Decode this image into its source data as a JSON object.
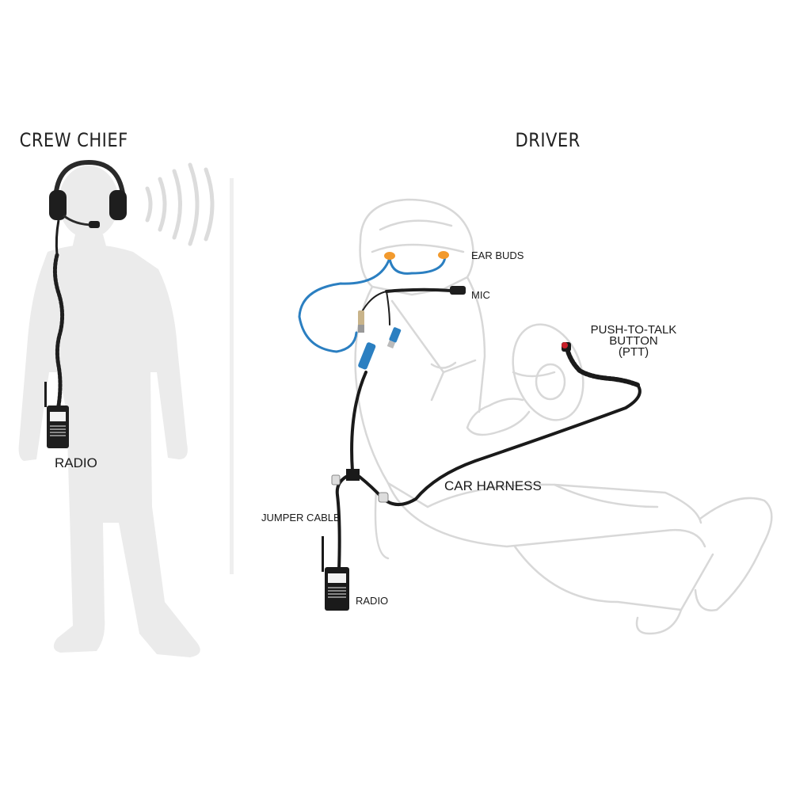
{
  "headings": {
    "crew_chief": "CREW CHIEF",
    "driver": "DRIVER"
  },
  "labels": {
    "crew_radio": "RADIO",
    "ear_buds": "EAR BUDS",
    "mic": "MIC",
    "ptt_line1": "PUSH-TO-TALK",
    "ptt_line2": "BUTTON",
    "ptt_line3": "(PTT)",
    "car_harness": "CAR HARNESS",
    "jumper_cable": "JUMPER CABLE",
    "driver_radio": "RADIO"
  },
  "colors": {
    "silhouette": "#ebebeb",
    "driver_outline": "#d8d8d8",
    "cable_black": "#1a1a1a",
    "cable_blue": "#2b7fc1",
    "ear_bud_orange": "#f29a2e",
    "ptt_red": "#c8202a"
  },
  "icons": [
    "headset-icon",
    "sound-waves-icon",
    "radio-icon",
    "ear-buds-icon",
    "microphone-icon",
    "ptt-button-icon"
  ]
}
